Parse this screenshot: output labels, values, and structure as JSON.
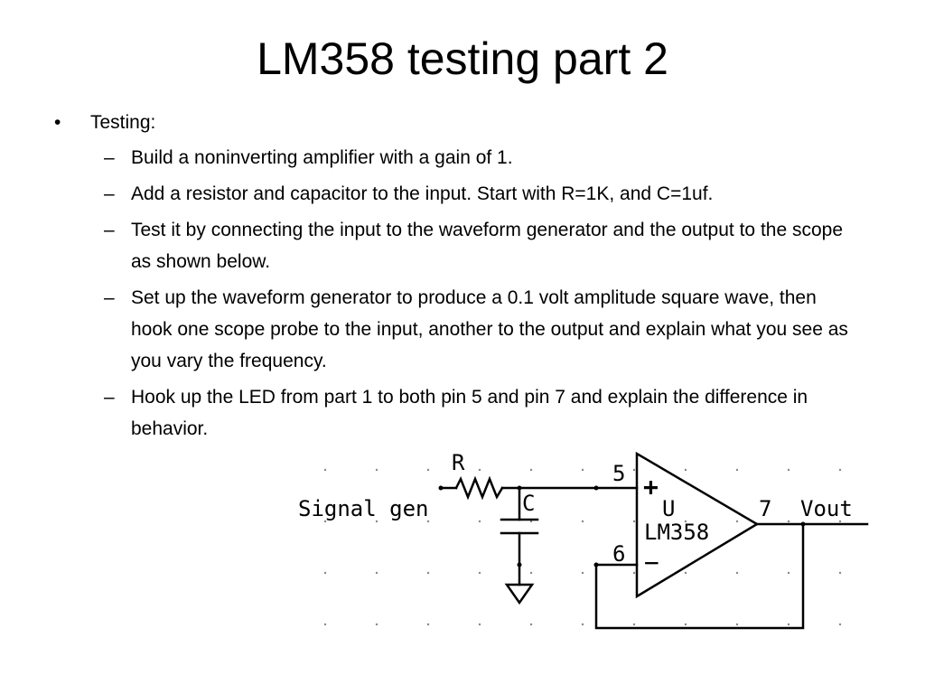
{
  "slide": {
    "title": "LM358 testing part 2",
    "bullet_symbol": "•",
    "dash_symbol": "–",
    "items": [
      {
        "text": "Testing:",
        "subitems": [
          "Build a  noninverting amplifier with a gain of 1.",
          "Add a resistor and capacitor to the input. Start with R=1K, and C=1uf.",
          "Test it by connecting the input to the waveform generator and the output to the scope as shown below.",
          "Set up the waveform generator to produce a 0.1 volt amplitude square wave, then hook one scope probe to the input, another to the output and explain what you see as you vary the frequency.",
          "Hook up the LED from part 1 to both pin 5 and pin 7 and explain the difference in behavior."
        ]
      }
    ]
  },
  "schematic": {
    "labels": {
      "signal_gen": "Signal gen",
      "resistor": "R",
      "capacitor": "C",
      "pin_plus": "5",
      "pin_minus": "6",
      "pin_out": "7",
      "plus_sign": "+",
      "minus_sign": "−",
      "unit": "U",
      "part": "LM358",
      "vout": "Vout"
    }
  }
}
